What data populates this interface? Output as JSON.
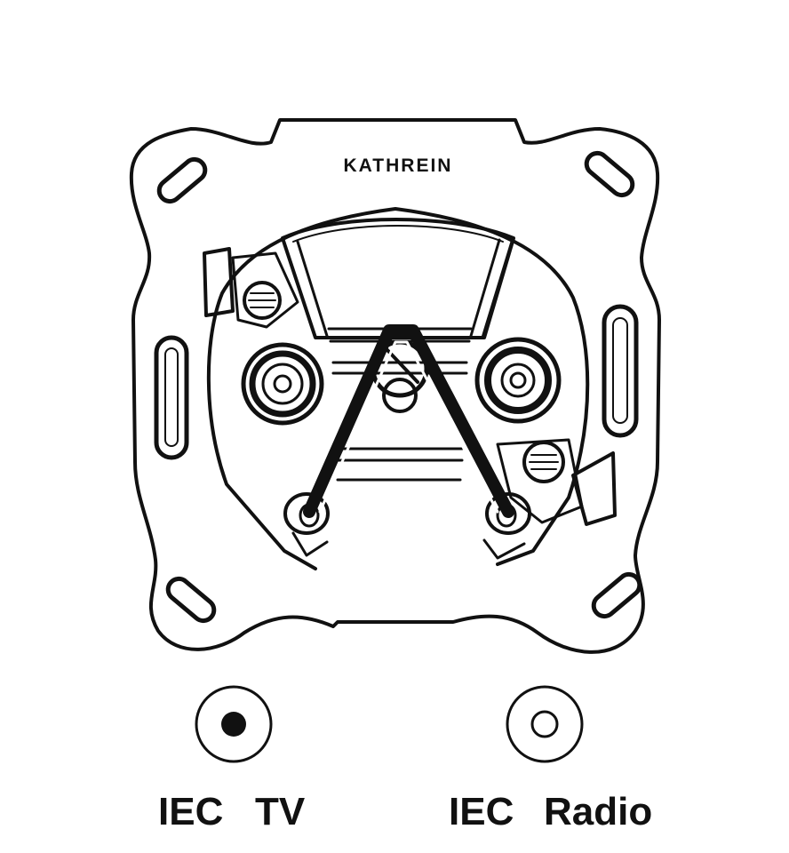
{
  "brand": {
    "name": "KATHREIN"
  },
  "connectors": [
    {
      "label_prefix": "IEC",
      "label_suffix": "TV",
      "symbol": "filled-dot"
    },
    {
      "label_prefix": "IEC",
      "label_suffix": "Radio",
      "symbol": "hollow-dot"
    }
  ],
  "colors": {
    "line": "#111111",
    "background": "#ffffff"
  }
}
